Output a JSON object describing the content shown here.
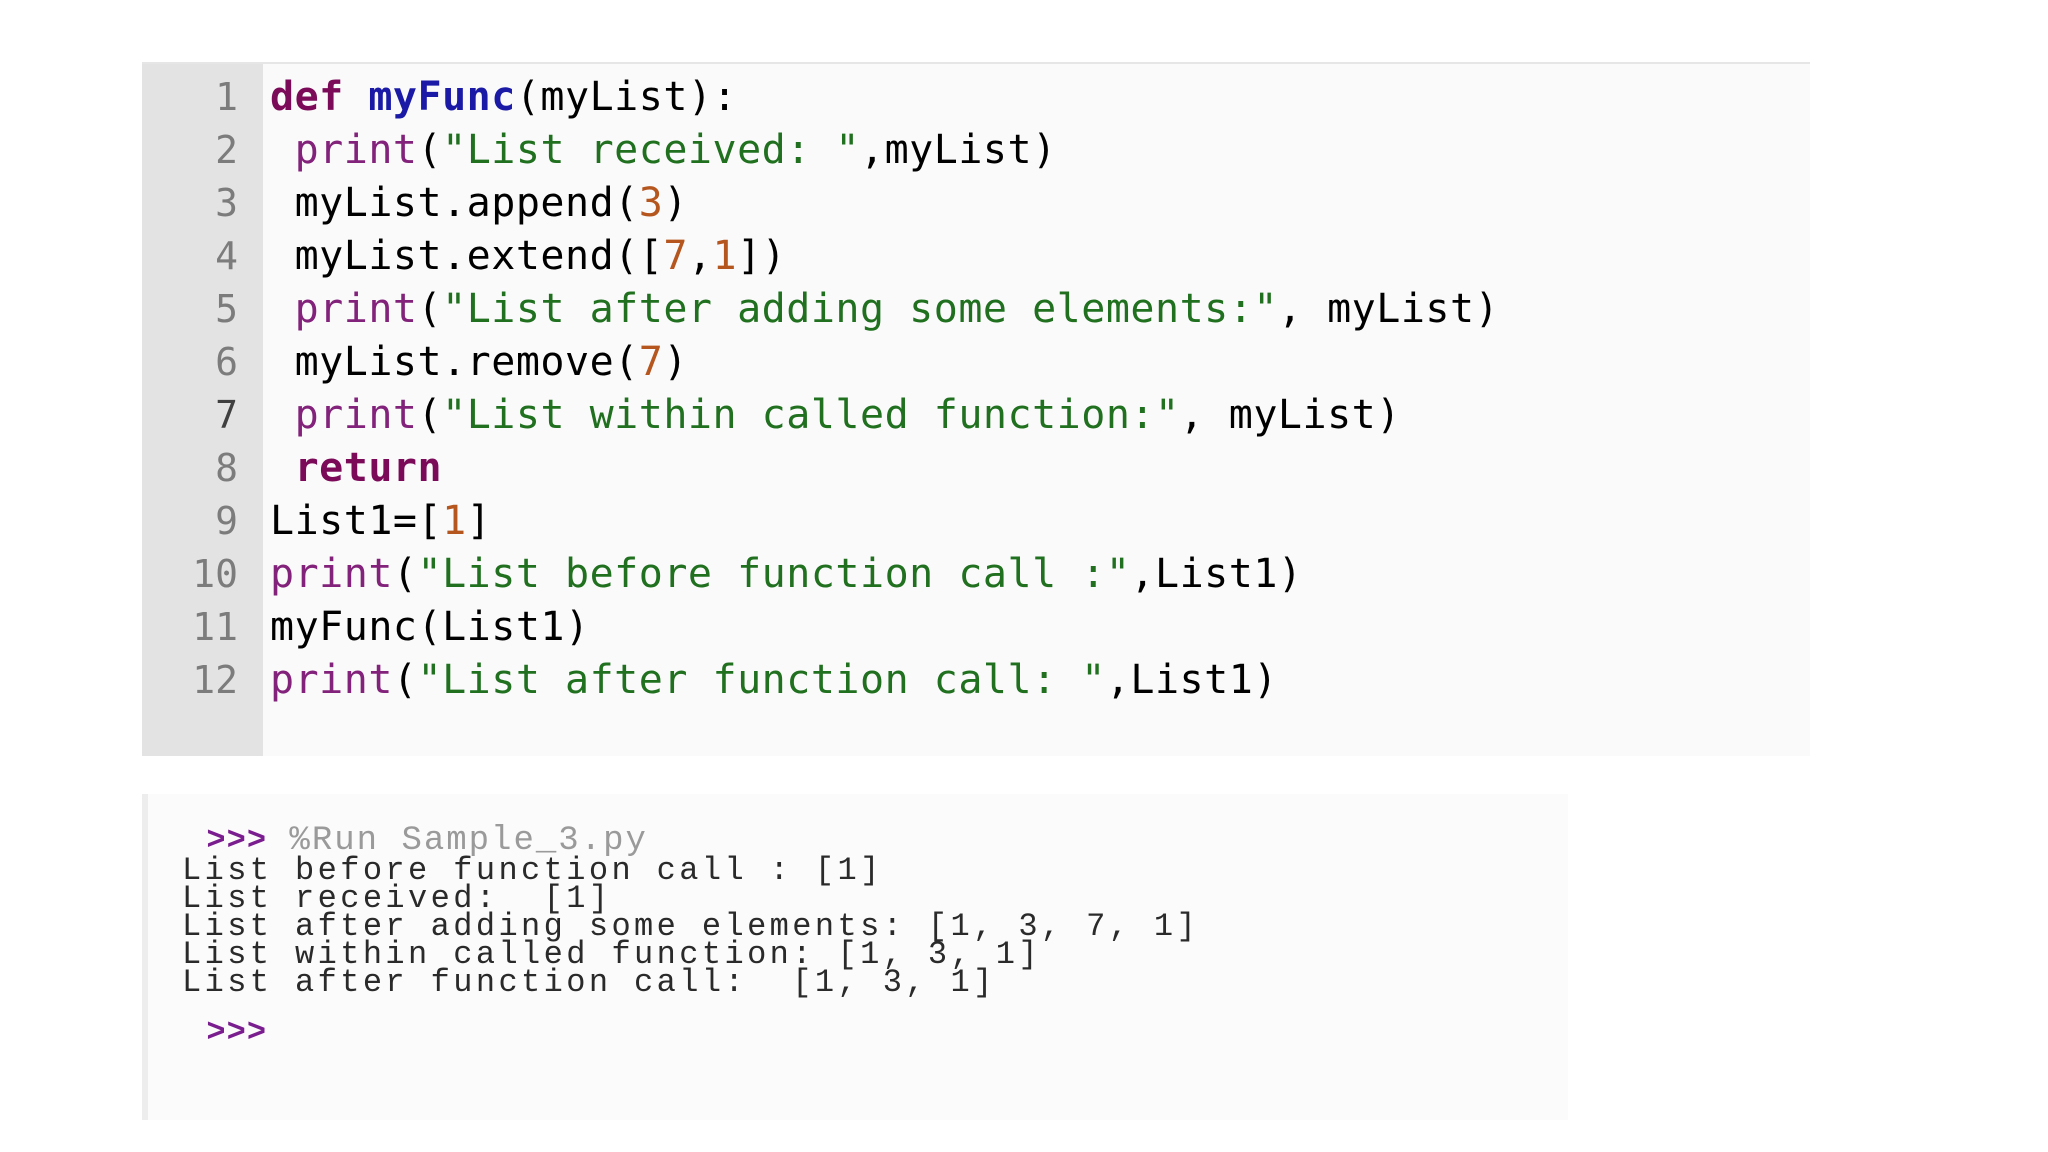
{
  "editor": {
    "lines": [
      {
        "num": "1",
        "tokens": [
          [
            "kw",
            "def "
          ],
          [
            "fn",
            "myFunc"
          ],
          [
            "tx",
            "(myList):"
          ]
        ]
      },
      {
        "num": "2",
        "tokens": [
          [
            "tx",
            " "
          ],
          [
            "bi",
            "print"
          ],
          [
            "tx",
            "("
          ],
          [
            "str",
            "\"List received: \""
          ],
          [
            "tx",
            ",myList)"
          ]
        ]
      },
      {
        "num": "3",
        "tokens": [
          [
            "tx",
            " myList.append("
          ],
          [
            "num",
            "3"
          ],
          [
            "tx",
            ")"
          ]
        ]
      },
      {
        "num": "4",
        "tokens": [
          [
            "tx",
            " myList.extend(["
          ],
          [
            "num",
            "7"
          ],
          [
            "tx",
            ","
          ],
          [
            "num",
            "1"
          ],
          [
            "tx",
            "])"
          ]
        ]
      },
      {
        "num": "5",
        "tokens": [
          [
            "tx",
            " "
          ],
          [
            "bi",
            "print"
          ],
          [
            "tx",
            "("
          ],
          [
            "str",
            "\"List after adding some elements:\""
          ],
          [
            "tx",
            ", myList)"
          ]
        ]
      },
      {
        "num": "6",
        "tokens": [
          [
            "tx",
            " myList.remove("
          ],
          [
            "num",
            "7"
          ],
          [
            "tx",
            ")"
          ]
        ]
      },
      {
        "num": "7",
        "tokens": [
          [
            "tx",
            " "
          ],
          [
            "bi",
            "print"
          ],
          [
            "tx",
            "("
          ],
          [
            "str",
            "\"List within called function:\""
          ],
          [
            "tx",
            ", myList)"
          ]
        ]
      },
      {
        "num": "8",
        "tokens": [
          [
            "tx",
            " "
          ],
          [
            "kw",
            "return"
          ]
        ]
      },
      {
        "num": "9",
        "tokens": [
          [
            "tx",
            "List1=["
          ],
          [
            "num",
            "1"
          ],
          [
            "tx",
            "]"
          ]
        ]
      },
      {
        "num": "10",
        "tokens": [
          [
            "bi",
            "print"
          ],
          [
            "tx",
            "("
          ],
          [
            "str",
            "\"List before function call :\""
          ],
          [
            "tx",
            ",List1)"
          ]
        ]
      },
      {
        "num": "11",
        "tokens": [
          [
            "tx",
            "myFunc(List1)"
          ]
        ]
      },
      {
        "num": "12",
        "tokens": [
          [
            "bi",
            "print"
          ],
          [
            "tx",
            "("
          ],
          [
            "str",
            "\"List after function call: \""
          ],
          [
            "tx",
            ",List1)"
          ]
        ]
      }
    ],
    "active_line": "7"
  },
  "shell": {
    "prompt": ">>>",
    "command": "%Run Sample_3.py",
    "output": [
      "List before function call : [1]",
      "List received:  [1]",
      "List after adding some elements: [1, 3, 7, 1]",
      "List within called function: [1, 3, 1]",
      "List after function call:  [1, 3, 1]"
    ],
    "final_prompt": ">>>"
  },
  "colors": {
    "keyword": "#7b0a59",
    "function_name": "#1a1aa6",
    "builtin": "#82227a",
    "string": "#207020",
    "number": "#b5561f",
    "prompt": "#7a1d8f"
  }
}
